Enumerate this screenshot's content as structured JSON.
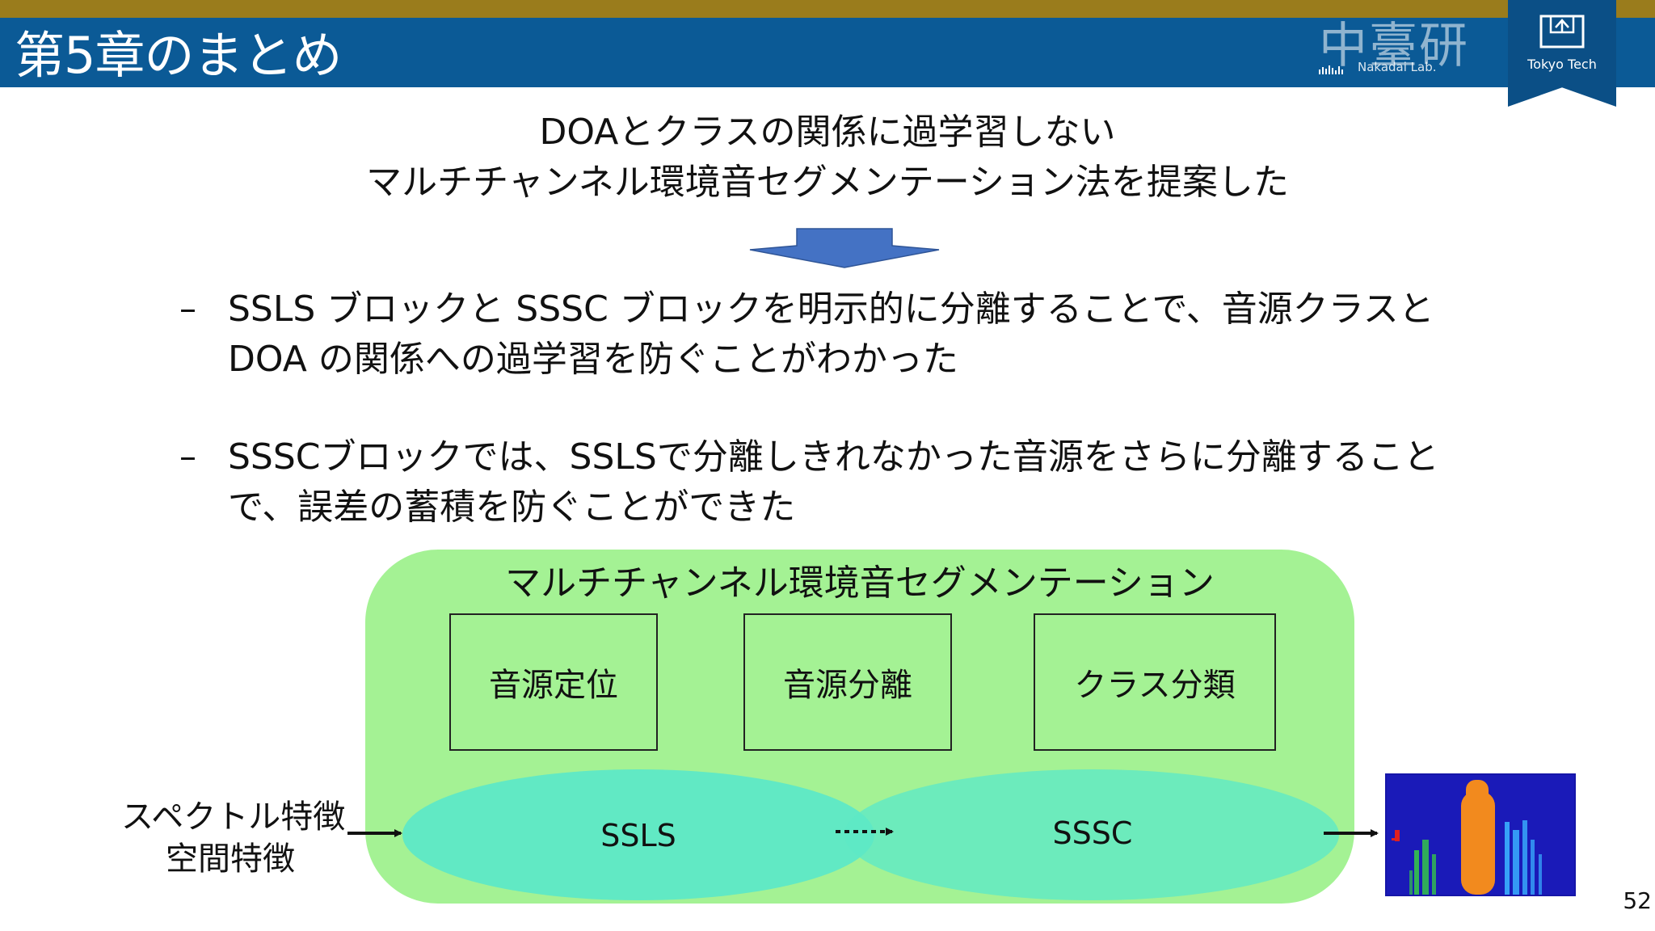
{
  "header": {
    "title": "第5章のまとめ",
    "lab_logo_text": "中臺研",
    "lab_logo_subtext": "Nakadai Lab.",
    "university": "Tokyo Tech",
    "colors": {
      "header_bg": "#0b5a96",
      "gold": "#9a7c1c"
    }
  },
  "summary": {
    "line1": "DOAとクラスの関係に過学習しない",
    "line2": "マルチチャンネル環境音セグメンテーション法を提案した"
  },
  "bullets": [
    {
      "marker": "–",
      "lines": [
        "SSLS ブロックと SSSC ブロックを明示的に分離することで、音源クラスと",
        "DOA の関係への過学習を防ぐことがわかった"
      ]
    },
    {
      "marker": "–",
      "lines": [
        "SSSCブロックでは、SSLSで分離しきれなかった音源をさらに分離すること",
        "で、誤差の蓄積を防ぐことができた"
      ]
    }
  ],
  "diagram": {
    "panel_title": "マルチチャンネル環境音セグメンテーション",
    "tasks": [
      "音源定位",
      "音源分離",
      "クラス分類"
    ],
    "blocks": [
      "SSLS",
      "SSSC"
    ],
    "inputs": [
      "スペクトル特徴",
      "空間特徴"
    ],
    "colors": {
      "panel": "#a4f294",
      "ellipse": "#5ee8c6",
      "arrow_fill": "#4472c4"
    }
  },
  "page_number": "52"
}
